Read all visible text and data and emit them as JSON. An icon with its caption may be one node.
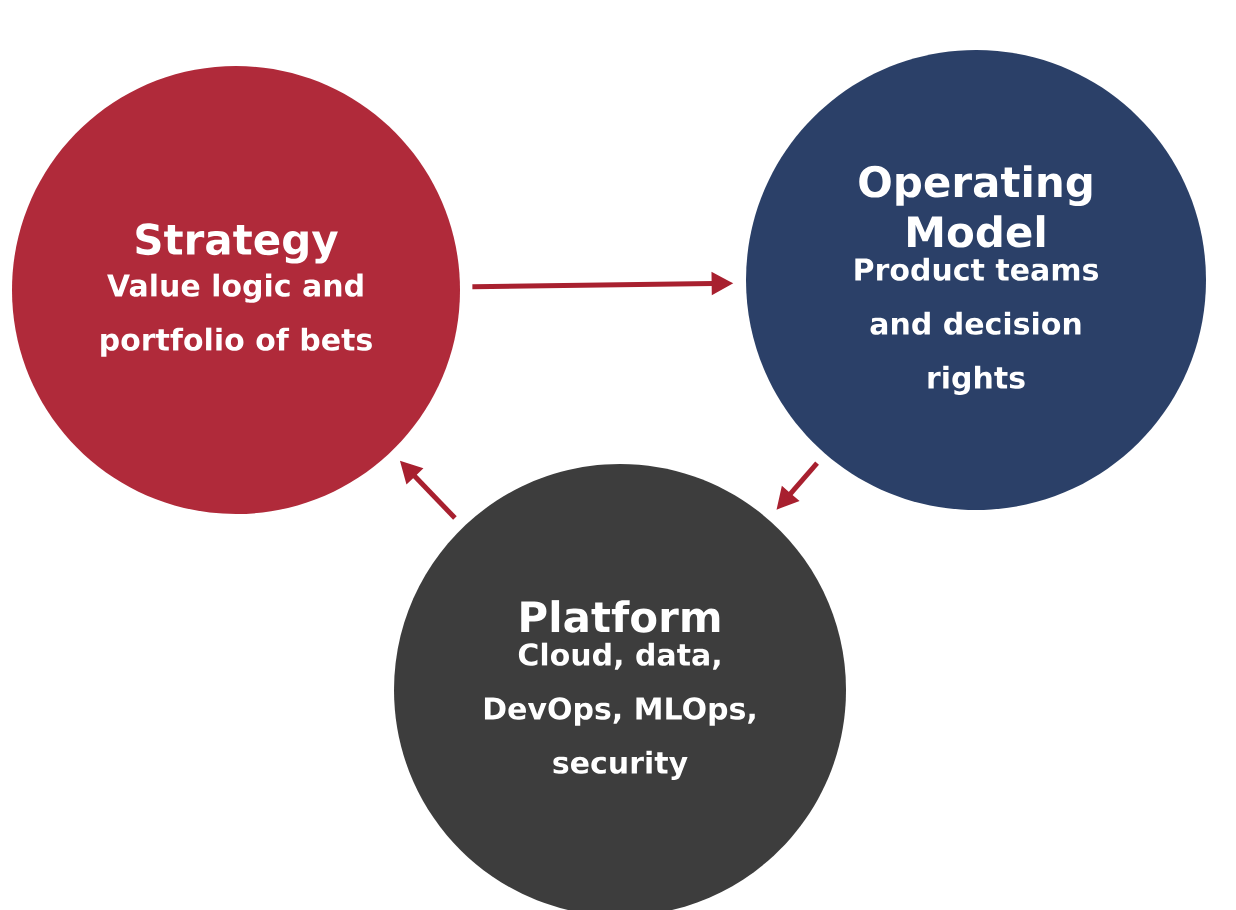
{
  "diagram": {
    "nodes": [
      {
        "text": [
          "Strategy",
          "Value logic and portfolio of bets"
        ]
      },
      {
        "text": [
          "Operating Model",
          "Product teams and decision rights"
        ]
      },
      {
        "text": [
          "Platform",
          "Cloud, data, DevOps, MLOps, security"
        ]
      }
    ],
    "edges": [
      {
        "from": 0,
        "to": 1,
        "arrow": "to"
      },
      {
        "from": 1,
        "to": 2,
        "arrow": "to"
      },
      {
        "from": 2,
        "to": 0,
        "arrow": "to"
      }
    ]
  }
}
